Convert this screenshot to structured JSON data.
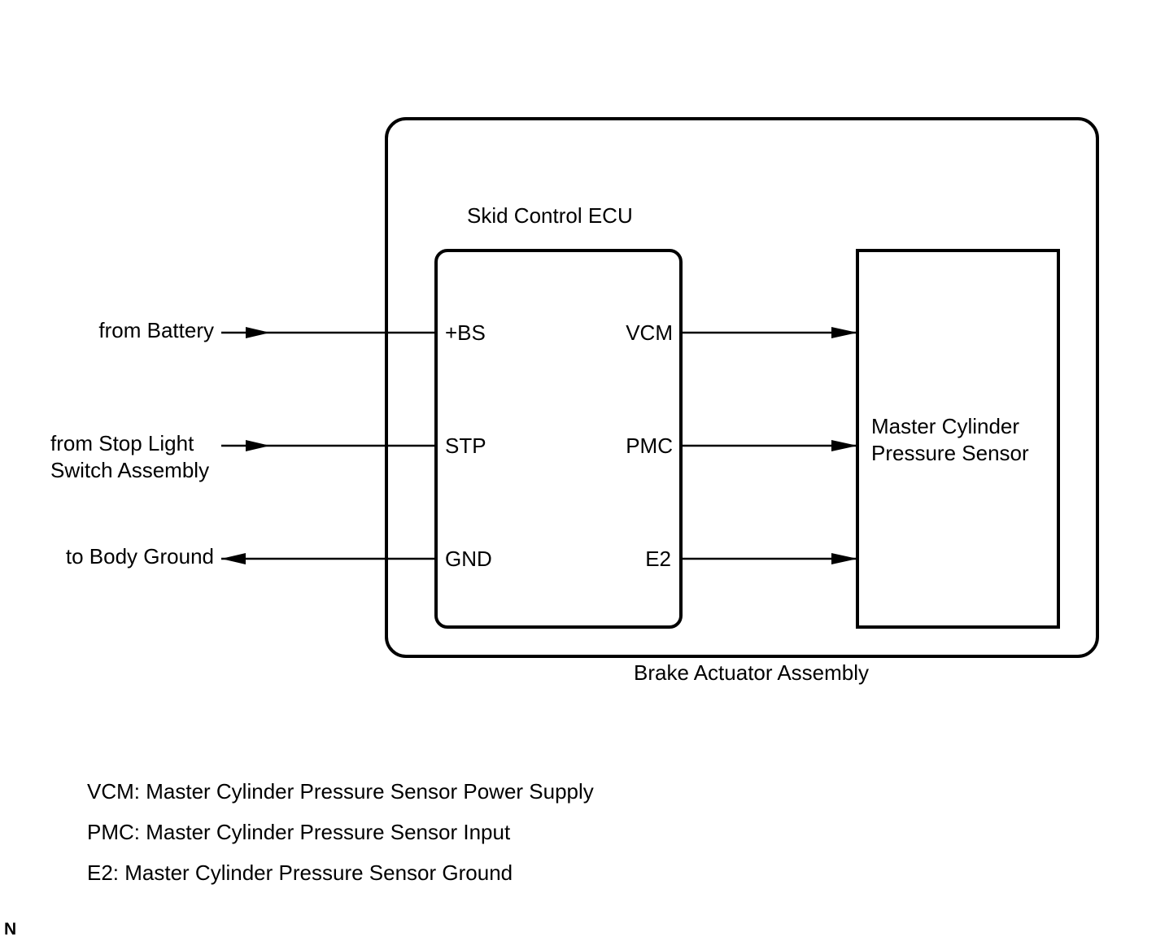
{
  "assembly": {
    "label": "Brake Actuator Assembly"
  },
  "ecu": {
    "label": "Skid Control ECU",
    "left_terminals": [
      "+BS",
      "STP",
      "GND"
    ],
    "right_terminals": [
      "VCM",
      "PMC",
      "E2"
    ]
  },
  "sensor": {
    "label_line1": "Master Cylinder",
    "label_line2": "Pressure Sensor"
  },
  "external": {
    "battery": "from Battery",
    "stop_light_line1": "from Stop Light",
    "stop_light_line2": "Switch Assembly",
    "ground": "to Body Ground"
  },
  "legend": [
    "VCM: Master Cylinder Pressure Sensor Power Supply",
    "PMC: Master Cylinder Pressure Sensor Input",
    "E2: Master Cylinder Pressure Sensor Ground"
  ],
  "corner_mark": "N"
}
